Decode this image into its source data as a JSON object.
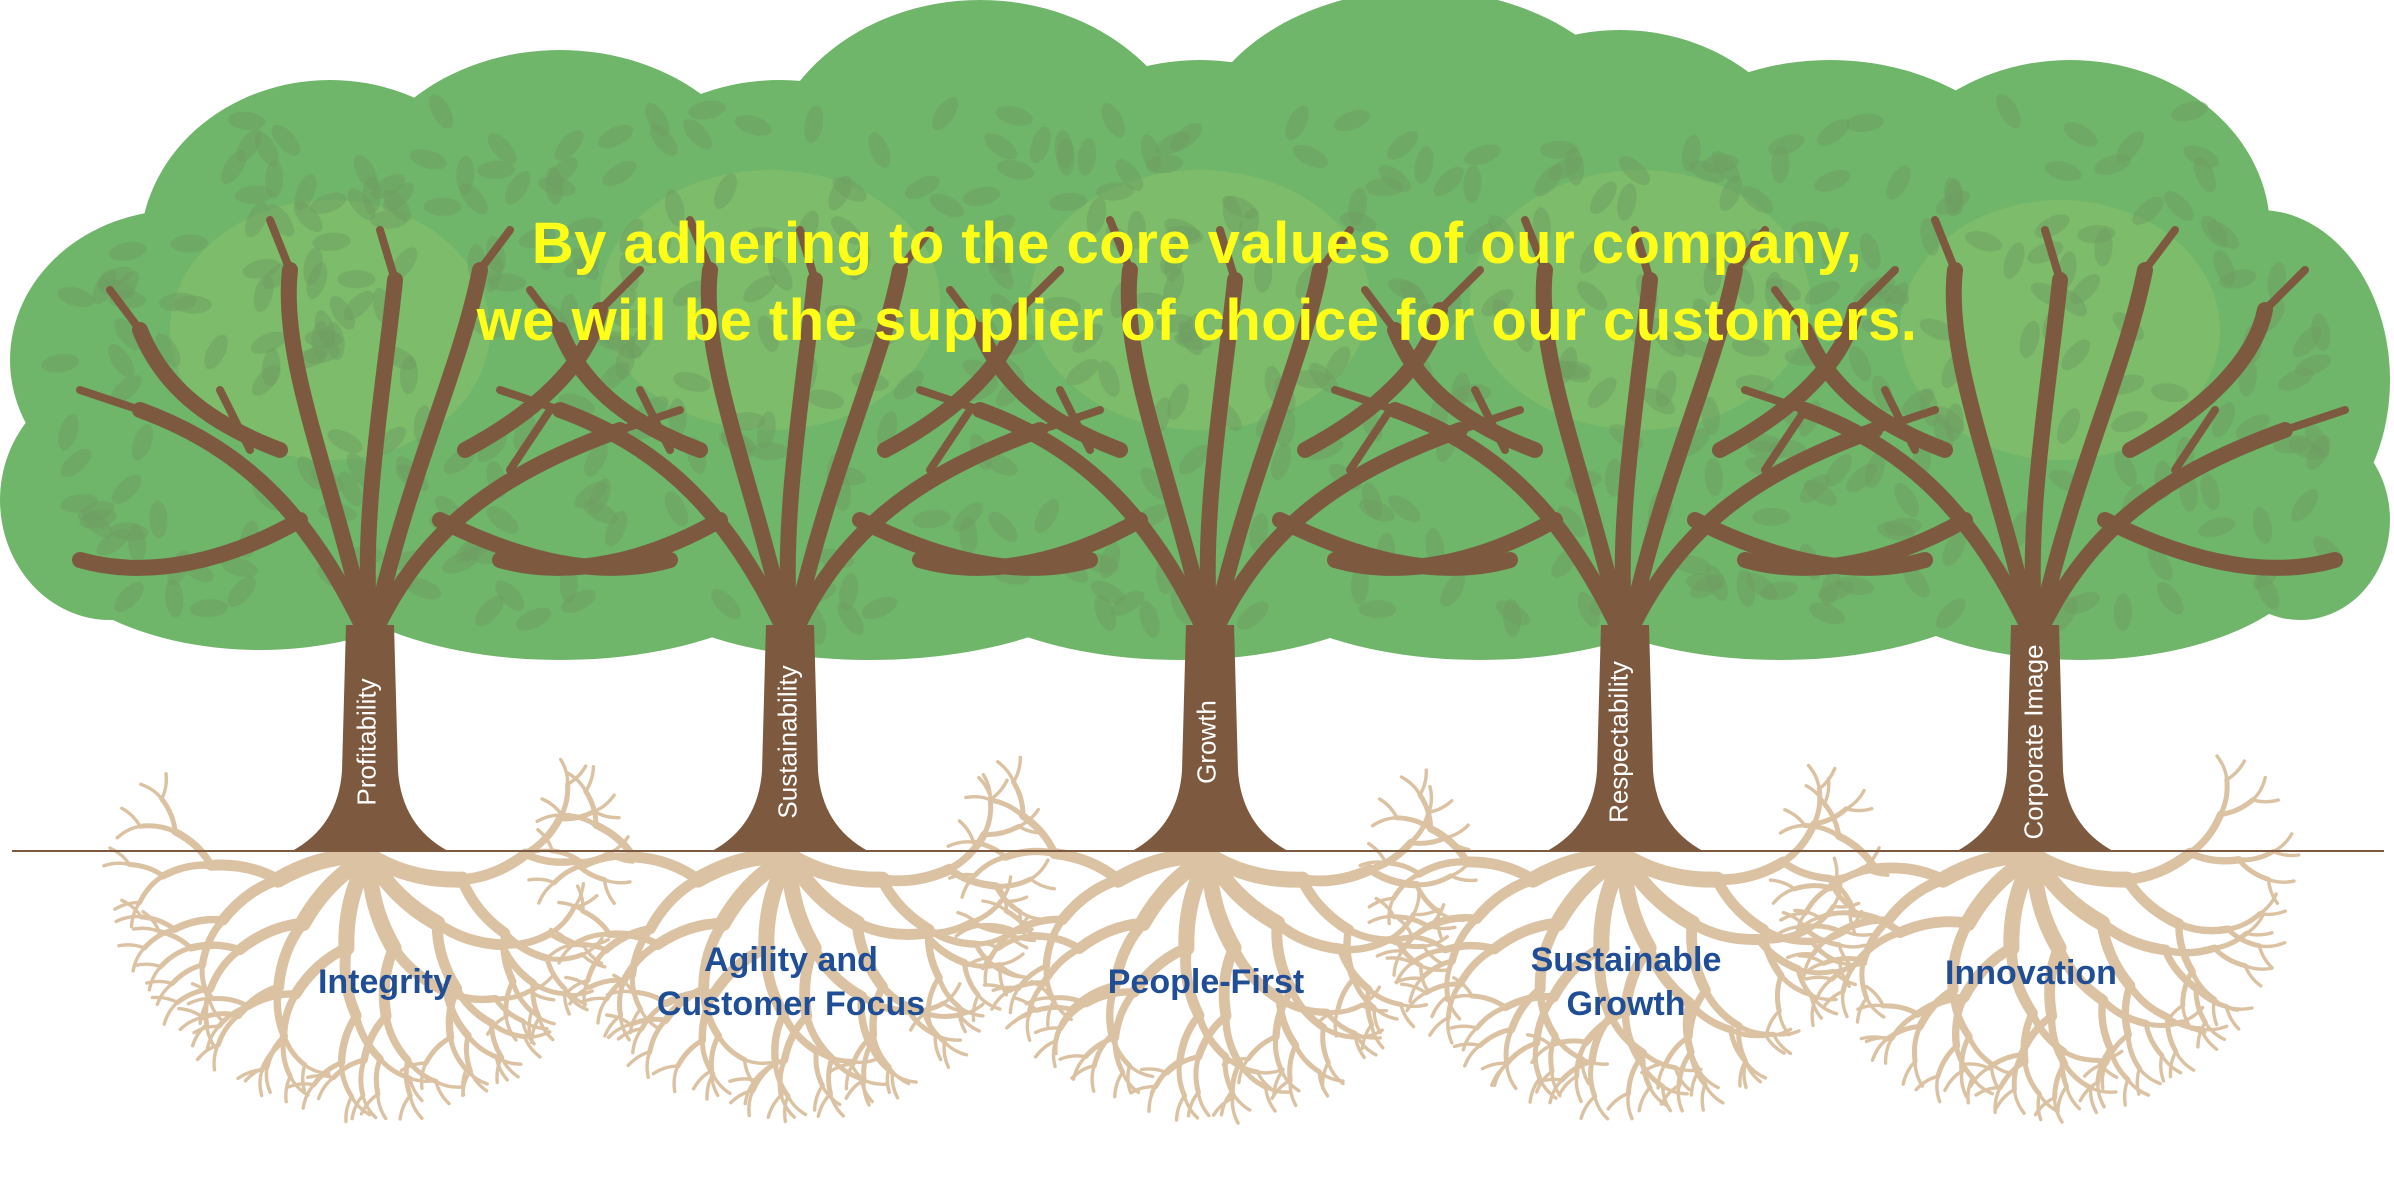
{
  "headline": {
    "line1": "By adhering to the core values of our company,",
    "line2": "we will be the supplier of choice for our customers."
  },
  "trunk_labels": [
    "Profitability",
    "Sustainability",
    "Growth",
    "Respectability",
    "Corporate Image"
  ],
  "root_labels": [
    [
      "Integrity"
    ],
    [
      "Agility and",
      "Customer Focus"
    ],
    [
      "People-First"
    ],
    [
      "Sustainable",
      "Growth"
    ],
    [
      "Innovation"
    ]
  ],
  "colors": {
    "canopy_dark": "#6fb56a",
    "canopy_light": "#86c26a",
    "leaf": "#6f9f63",
    "trunk": "#7d5a3f",
    "roots": "#dbc2a3",
    "ground_line": "#7d5a3f",
    "headline": "#ffff1a",
    "root_text": "#1f4e96",
    "trunk_text": "#ffffff"
  }
}
